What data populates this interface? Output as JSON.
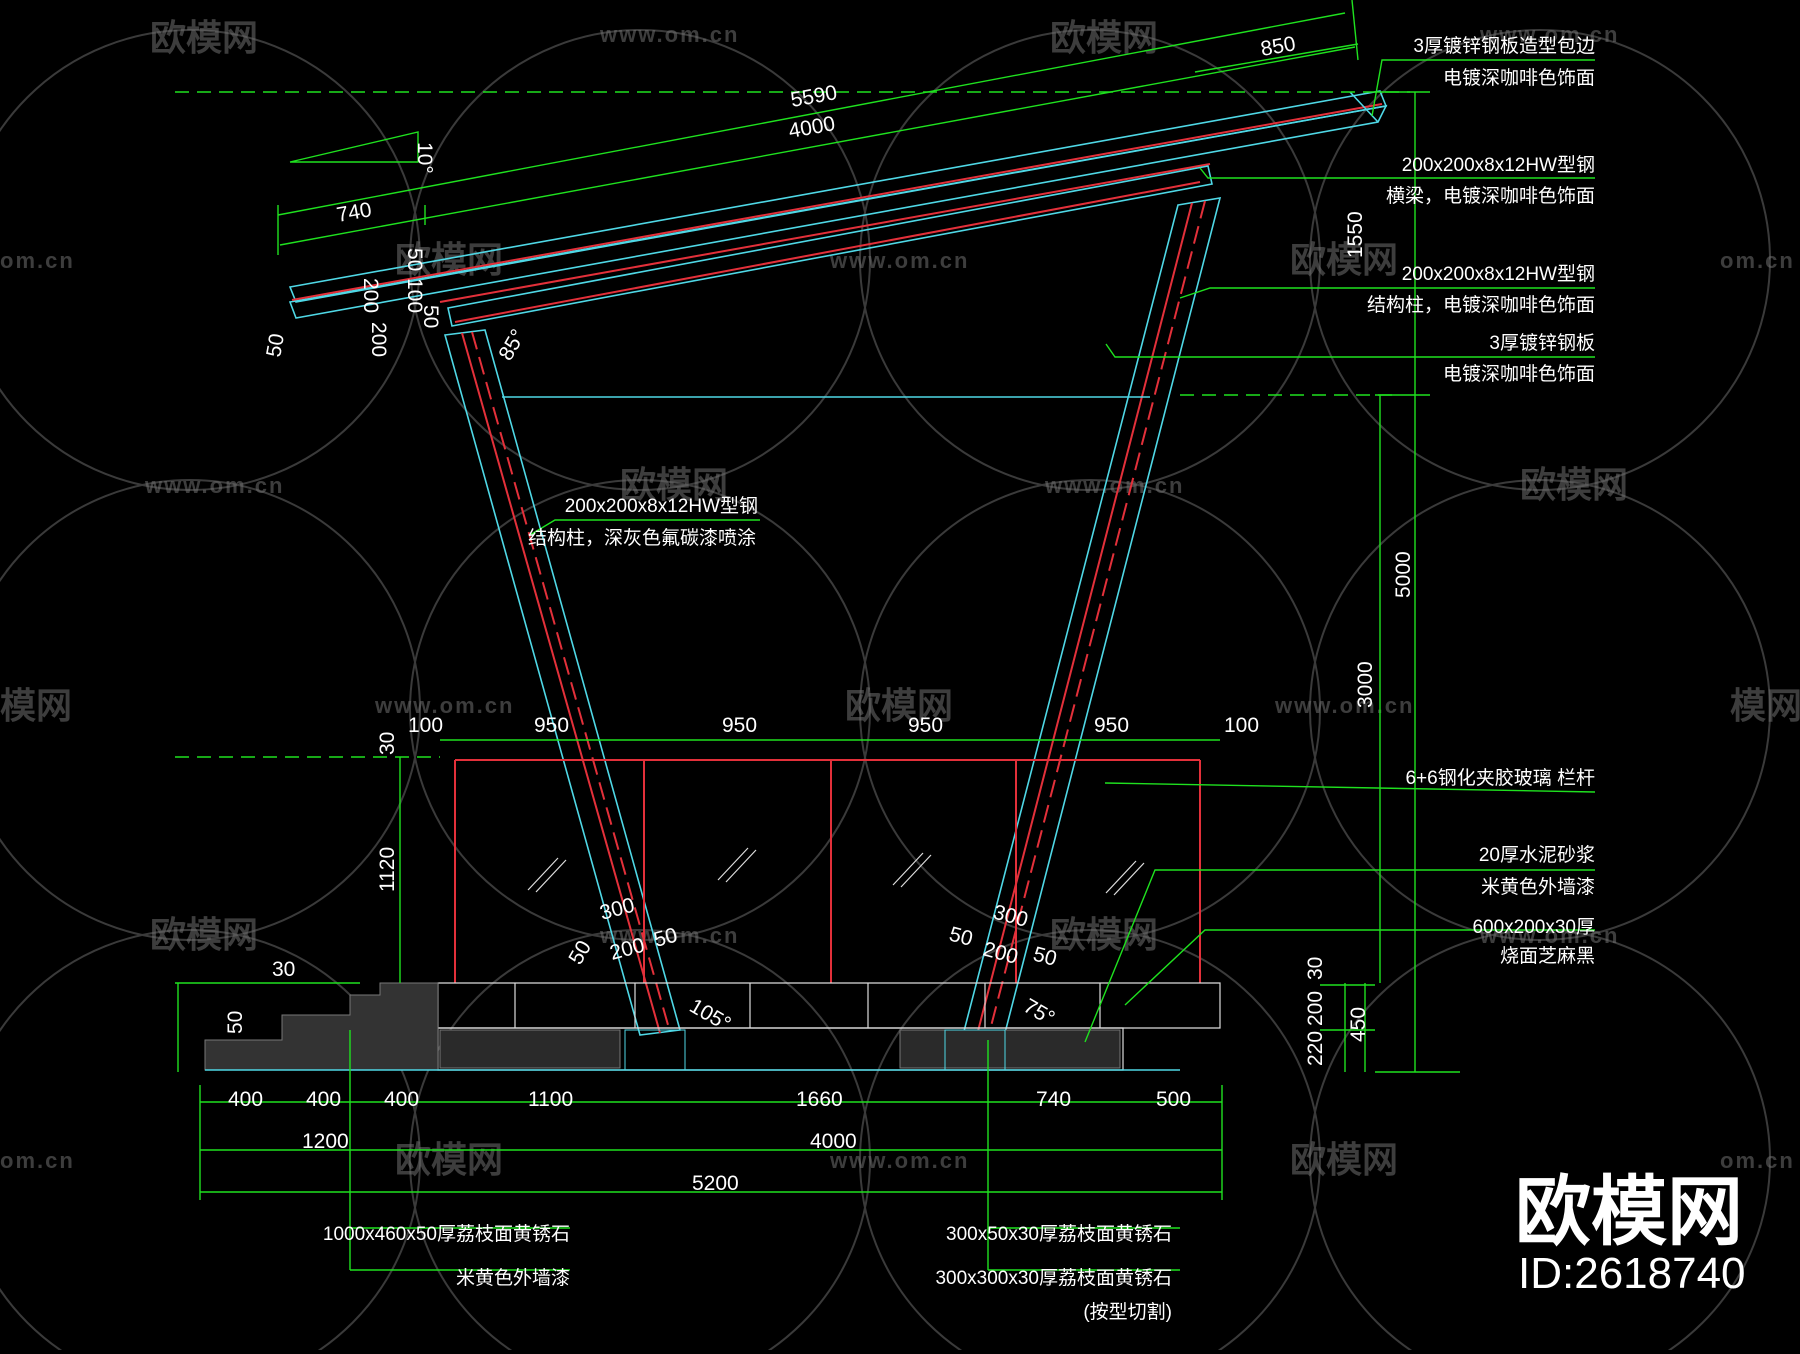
{
  "watermark": {
    "brand": "欧模网",
    "url": "www.om.cn",
    "url_short": "om.cn",
    "brand_partial": "模网",
    "big_brand": "欧模网",
    "id_text": "ID:2618740"
  },
  "dims": {
    "top_5590": "5590",
    "top_4000": "4000",
    "top_850": "850",
    "top_740": "740",
    "slope_10": "10°",
    "d_50a": "50",
    "d_100": "100",
    "d_50b": "50",
    "d_200a": "200",
    "d_200b": "200",
    "d_50c": "50",
    "angle_85": "85°",
    "right_1550": "1550",
    "right_5000": "5000",
    "right_3000": "3000",
    "rail_100l": "100",
    "rail_950_1": "950",
    "rail_950_2": "950",
    "rail_950_3": "950",
    "rail_950_4": "950",
    "rail_100r": "100",
    "left_30": "30",
    "left_1120": "1120",
    "col_l_300": "300",
    "col_l_50a": "50",
    "col_l_200": "200",
    "col_l_50b": "50",
    "col_r_300": "300",
    "col_r_50a": "50",
    "col_r_200": "200",
    "col_r_50b": "50",
    "angle_105": "105°",
    "angle_75": "75°",
    "step_30": "30",
    "step_50": "50",
    "base_30": "30",
    "base_200": "200",
    "base_220": "220",
    "base_450": "450",
    "bot_400a": "400",
    "bot_400b": "400",
    "bot_400c": "400",
    "bot_1100": "1100",
    "bot_1660": "1660",
    "bot_740": "740",
    "bot_500": "500",
    "bot_1200": "1200",
    "bot_4000": "4000",
    "bot_5200": "5200"
  },
  "labels": {
    "l1a": "3厚镀锌钢板造型包边",
    "l1b": "电镀深咖啡色饰面",
    "l2a": "200x200x8x12HW型钢",
    "l2b": "横梁，电镀深咖啡色饰面",
    "l3a": "200x200x8x12HW型钢",
    "l3b": "结构柱，电镀深咖啡色饰面",
    "l4a": "3厚镀锌钢板",
    "l4b": "电镀深咖啡色饰面",
    "l5a": "200x200x8x12HW型钢",
    "l5b": "结构柱，深灰色氟碳漆喷涂",
    "l6": "6+6钢化夹胶玻璃 栏杆",
    "l7a": "20厚水泥砂浆",
    "l7b": "米黄色外墙漆",
    "l8a": "600x200x30厚",
    "l8b": "烧面芝麻黑",
    "l9a": "1000x460x50厚荔枝面黄锈石",
    "l9b": "米黄色外墙漆",
    "l10a": "300x50x30厚荔枝面黄锈石",
    "l10b": "300x300x30厚荔枝面黄锈石",
    "l10c": "(按型切割)"
  },
  "colors": {
    "background": "#000000",
    "dimension": "#1fe11f",
    "outline": "#4fd8e6",
    "structure": "#e3303a",
    "text": "#ffffff"
  }
}
